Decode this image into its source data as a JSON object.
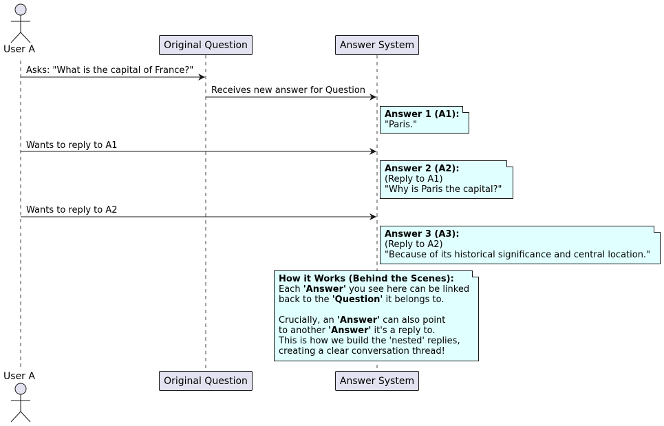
{
  "participants": {
    "user": "User A",
    "question": "Original Question",
    "answer_system": "Answer System"
  },
  "messages": [
    {
      "from": "user",
      "to": "question",
      "text": "Asks: \"What is the capital of France?\""
    },
    {
      "from": "question",
      "to": "answer_system",
      "text": "Receives new answer for Question"
    },
    {
      "from": "user",
      "to": "answer_system",
      "text": "Wants to reply to A1"
    },
    {
      "from": "user",
      "to": "answer_system",
      "text": "Wants to reply to A2"
    }
  ],
  "notes": {
    "a1": [
      [
        {
          "t": "Answer 1 (A1):",
          "b": true
        }
      ],
      [
        {
          "t": "\"Paris.\""
        }
      ]
    ],
    "a2": [
      [
        {
          "t": "Answer 2 (A2):",
          "b": true
        }
      ],
      [
        {
          "t": "(Reply to A1)"
        }
      ],
      [
        {
          "t": "\"Why is Paris the capital?\""
        }
      ]
    ],
    "a3": [
      [
        {
          "t": "Answer 3 (A3):",
          "b": true
        }
      ],
      [
        {
          "t": "(Reply to A2)"
        }
      ],
      [
        {
          "t": "\"Because of its historical significance and central location.\""
        }
      ]
    ],
    "how": [
      [
        {
          "t": "How it Works (Behind the Scenes):",
          "b": true
        }
      ],
      [
        {
          "t": "Each "
        },
        {
          "t": "'Answer'",
          "b": true
        },
        {
          "t": " you see here can be linked"
        }
      ],
      [
        {
          "t": "back to the "
        },
        {
          "t": "'Question'",
          "b": true
        },
        {
          "t": " it belongs to."
        }
      ],
      [
        {
          "t": ""
        }
      ],
      [
        {
          "t": "Crucially, an "
        },
        {
          "t": "'Answer'",
          "b": true
        },
        {
          "t": " can also point"
        }
      ],
      [
        {
          "t": "to another "
        },
        {
          "t": "'Answer'",
          "b": true
        },
        {
          "t": " it's a reply to."
        }
      ],
      [
        {
          "t": "This is how we build the 'nested' replies,"
        }
      ],
      [
        {
          "t": "creating a clear conversation thread!"
        }
      ]
    ]
  },
  "colors": {
    "participant_fill": "#e2e2f0",
    "note_fill": "#e0ffff",
    "line": "#181818"
  }
}
